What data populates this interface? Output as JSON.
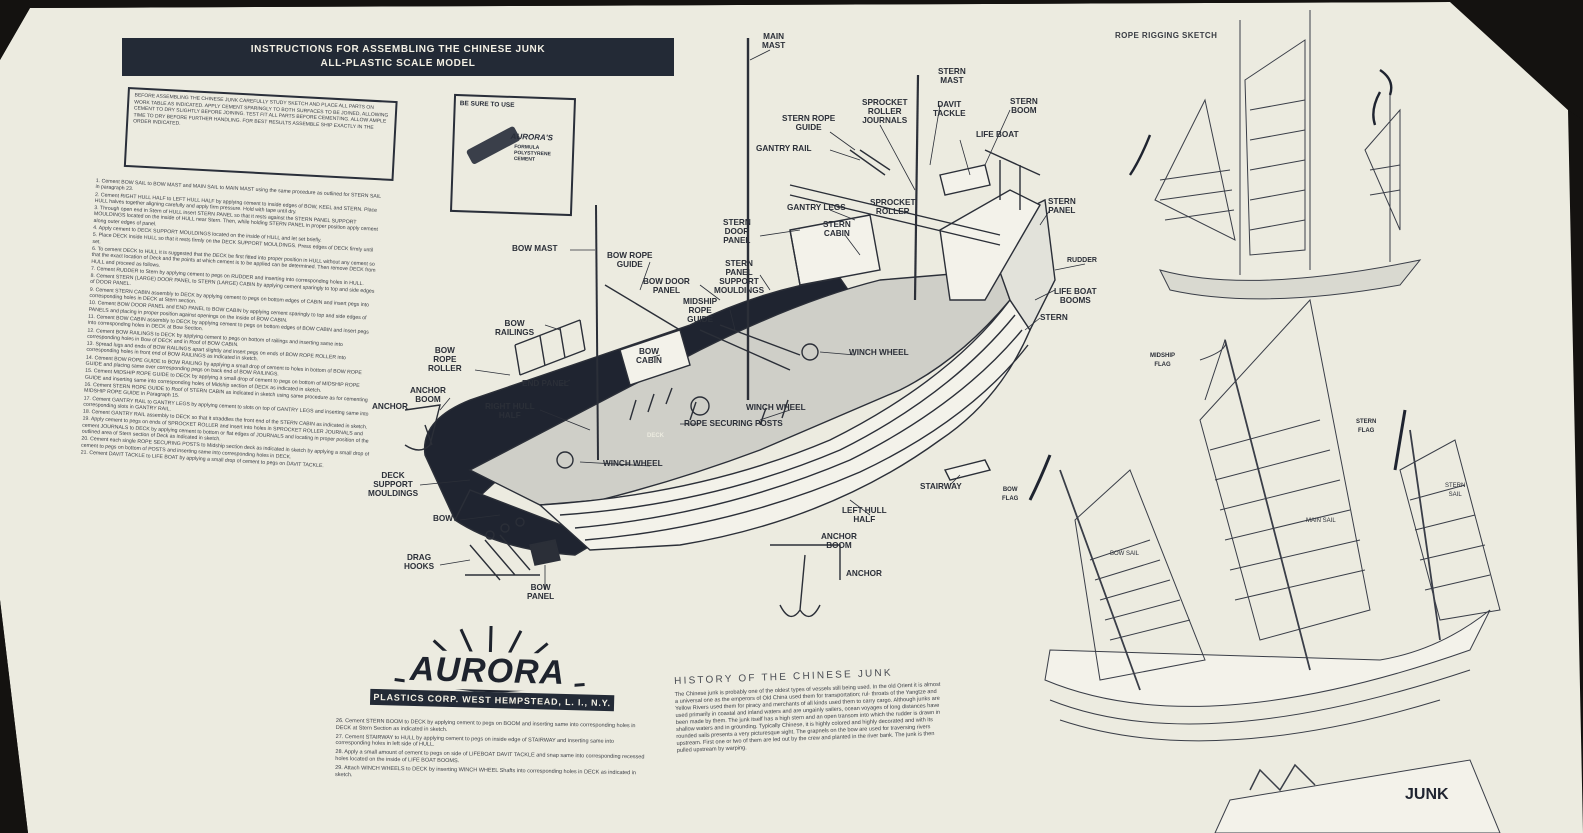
{
  "header": {
    "line1": "INSTRUCTIONS FOR ASSEMBLING THE CHINESE JUNK",
    "line2": "ALL-PLASTIC SCALE MODEL"
  },
  "note": "BEFORE ASSEMBLING THE CHINESE JUNK CAREFULLY STUDY SKETCH AND PLACE ALL PARTS ON WORK TABLE AS INDICATED. APPLY CEMENT SPARINGLY TO BOTH SURFACES TO BE JOINED, ALLOWING CEMENT TO DRY SLIGHTLY BEFORE JOINING. TEST FIT ALL PARTS BEFORE CEMENTING. ALLOW AMPLE TIME TO DRY BEFORE FURTHER HANDLING. FOR BEST RESULTS ASSEMBLE SHIP EXACTLY IN THE ORDER INDICATED.",
  "glue_box": {
    "be_sure": "BE SURE TO USE",
    "brand": "AURORA'S",
    "product": "FORMULA POLYSTYRENE CEMENT"
  },
  "instructions": [
    "1. Cement BOW SAIL to BOW MAST and MAIN SAIL to MAIN MAST using the same procedure as outlined for STERN SAIL in paragraph 23.",
    "2. Cement RIGHT HULL HALF to LEFT HULL HALF by applying cement to inside edges of BOW, KEEL and STERN. Place HULL halves together aligning carefully and apply firm pressure. Hold with tape until dry.",
    "3. Through open end in Stern of HULL insert STERN PANEL so that it rests against the STERN PANEL SUPPORT MOULDINGS located on the inside of HULL near Stern. Then, while holding STERN PANEL in proper position apply cement along outer edges of panel.",
    "4. Apply cement to DECK SUPPORT MOULDINGS located on the inside of HULL and let set briefly.",
    "5. Place DECK inside HULL so that it rests firmly on the DECK SUPPORT MOULDINGS. Press edges of DECK firmly until set.",
    "6. To cement DECK to HULL it is suggested that the DECK be first fitted into proper position in HULL without any cement so that the exact location of Deck and the points at which cement is to be applied can be determined. Then remove DECK from HULL and proceed as follows.",
    "7. Cement RUDDER to Stern by applying cement to pegs on RUDDER and inserting into corresponding holes in HULL.",
    "8. Cement STERN (LARGE) DOOR PANEL to STERN (LARGE) CABIN by applying cement sparingly to top and side edges of DOOR PANEL.",
    "9. Cement STERN CABIN assembly to DECK by applying cement to pegs on bottom edges of CABIN and insert pegs into corresponding holes in DECK at Stern section.",
    "10. Cement BOW DOOR PANEL and END PANEL to BOW CABIN by applying cement sparingly to top and side edges of PANELS and placing in proper position against openings on the inside of BOW CABIN.",
    "11. Cement BOW CABIN assembly to DECK by applying cement to pegs on bottom edges of BOW CABIN and insert pegs into corresponding holes in DECK at Bow Section.",
    "12. Cement BOW RAILINGS to DECK by applying cement to pegs on bottom of railings and inserting same into corresponding holes in Bow of DECK and in Roof of BOW CABIN.",
    "13. Spread lugs and ends of BOW RAILINGS apart slightly and insert pegs on ends of BOW ROPE ROLLER into corresponding holes in front end of BOW RAILINGS as indicated in sketch.",
    "14. Cement BOW ROPE GUIDE to BOW RAILING by applying a small drop of cement to holes in bottom of BOW ROPE GUIDE and placing same over corresponding pegs on back end of BOW RAILINGS.",
    "15. Cement MIDSHIP ROPE GUIDE to DECK by applying a small drop of cement to pegs on bottom of MIDSHIP ROPE GUIDE and inserting same into corresponding holes of Midship section of DECK as indicated in sketch.",
    "16. Cement STERN ROPE GUIDE to Roof of STERN CABIN as indicated in sketch using same procedure as for cementing MIDSHIP ROPE GUIDE in Paragraph 15.",
    "17. Cement GANTRY RAIL to GANTRY LEGS by applying cement to slots on top of GANTRY LEGS and inserting same into corresponding slots in GANTRY RAIL.",
    "18. Cement GANTRY RAIL assembly to DECK so that it straddles the front end of the STERN CABIN as indicated in sketch.",
    "19. Apply cement to pegs on ends of SPROCKET ROLLER and insert into holes in SPROCKET ROLLER JOURNALS and cement JOURNALS to DECK by applying cement to bottom or flat edges of JOURNALS and locating in proper position of the outlined area of Stern section of Deck as indicated in sketch.",
    "20. Cement each single ROPE SECURING POSTS to Midship section deck as indicated in sketch by applying a small drop of cement to pegs on bottom of POSTS and inserting same into corresponding holes in DECK.",
    "21. Cement DAVIT TACKLE to LIFE BOAT by applying a small drop of cement to pegs on DAVIT TACKLE."
  ],
  "labels": {
    "main_mast": "MAIN\nMAST",
    "stern_mast": "STERN\nMAST",
    "sprocket_roller_journals": "SPROCKET\nROLLER\nJOURNALS",
    "davit_tackle": "DAVIT\nTACKLE",
    "stern_boom": "STERN\nBOOM",
    "stern_rope_guide": "STERN ROPE\nGUIDE",
    "life_boat": "LIFE BOAT",
    "gantry_rail": "GANTRY RAIL",
    "gantry_legs": "GANTRY LEGS",
    "sprocket_roller": "SPROCKET\nROLLER",
    "stern_panel": "STERN\nPANEL",
    "stern_door_panel": "STERN\nDOOR\nPANEL",
    "stern_cabin": "STERN\nCABIN",
    "rudder": "RUDDER",
    "bow_mast": "BOW MAST",
    "bow_rope_guide": "BOW ROPE\nGUIDE",
    "stern_panel_support_mouldings": "STERN\nPANEL\nSUPPORT\nMOULDINGS",
    "life_boat_booms": "LIFE BOAT\nBOOMS",
    "bow_door_panel": "BOW DOOR\nPANEL",
    "stern": "STERN",
    "midship_rope_guide": "MIDSHIP\nROPE\nGUIDE",
    "bow_railings": "BOW\nRAILINGS",
    "bow_cabin": "BOW\nCABIN",
    "winch_wheel_1": "WINCH WHEEL",
    "bow_rope_roller": "BOW\nROPE\nROLLER",
    "end_panel": "END PANEL",
    "anchor_boom_1": "ANCHOR\nBOOM",
    "anchor_1": "ANCHOR",
    "right_hull_half": "RIGHT HULL\nHALF",
    "winch_wheel_2": "WINCH WHEEL",
    "rope_securing_posts": "ROPE SECURING POSTS",
    "deck": "DECK",
    "winch_wheel_3": "WINCH WHEEL",
    "stairway": "STAIRWAY",
    "deck_support_mouldings": "DECK\nSUPPORT\nMOULDINGS",
    "left_hull_half": "LEFT HULL\nHALF",
    "bow": "BOW",
    "anchor_boom_2": "ANCHOR\nBOOM",
    "anchor_2": "ANCHOR",
    "drag_hooks": "DRAG\nHOOKS",
    "bow_panel": "BOW\nPANEL",
    "rope_rigging_sketch": "ROPE RIGGING SKETCH",
    "midship_flag": "MIDSHIP\nFLAG",
    "stern_flag": "STERN\nFLAG",
    "bow_flag": "BOW\nFLAG",
    "main_sail": "MAIN SAIL",
    "bow_sail": "BOW SAIL",
    "stern_sail": "STERN\nSAIL",
    "junk": "JUNK"
  },
  "brand": {
    "name": "AURORA",
    "company": "PLASTICS CORP. WEST HEMPSTEAD, L. I., N.Y."
  },
  "history": {
    "title": "HISTORY OF THE CHINESE JUNK",
    "body": "The Chinese junk is probably one of the oldest types of vessels still being used. In the old Orient it is almost a universal one as the emperors of Old China used them for transportation; rul- throats of the Yangtze and Yellow Rivers used them for piracy and merchants of all kinds used them to carry cargo. Although junks are used primarily in coastal and inland waters and are ungainly sailers, ocean voyages of long distances have been made by them. The junk itself has a high stern and an open transom into which the rudder is drawn in shallow waters and in grounding. Typically Chinese, it is highly colored and highly decorated and with its rounded sails presents a very picturesque sight. The grapnels on the bow are used for traversing rivers upstream. First one or two of them are led out by the crew and planted in the river bank. The junk is then pulled upstream by warping."
  },
  "steps_lower": [
    "26. Cement STERN BOOM to DECK by applying cement to pegs on BOOM and inserting same into corresponding holes in DECK at Stern Section as indicated in sketch.",
    "27. Cement STAIRWAY to HULL by applying cement to pegs on inside edge of STAIRWAY and inserting same into corresponding holes in left side of HULL.",
    "28. Apply a small amount of cement to pegs on side of LIFEBOAT DAVIT TACKLE and snap same into corresponding recessed holes located on the inside of LIFE BOAT BOOMS.",
    "29. Attach WINCH WHEELS to DECK by inserting WINCH WHEEL Shafts into corresponding holes in DECK as indicated in sketch."
  ]
}
